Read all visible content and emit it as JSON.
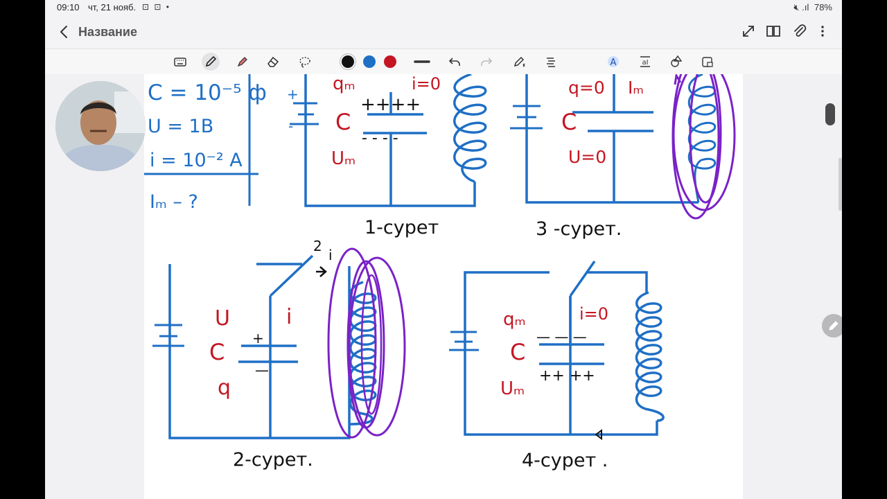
{
  "status": {
    "time": "09:10",
    "date": "чт, 21 нояб.",
    "battery": "78%"
  },
  "appbar": {
    "title": "Название"
  },
  "toolbar": {
    "colors": [
      "#111111",
      "#1f6fc5",
      "#c41622"
    ]
  },
  "board": {
    "given": {
      "c": "C = 10⁻⁵ ф",
      "u": "U = 1B",
      "i": "i = 10⁻² A",
      "find": "Iₘ – ?"
    },
    "fig1": {
      "caption": "1-сурет",
      "qm": "qₘ",
      "c": "C",
      "um": "Uₘ",
      "i0": "i=0",
      "plus": "++++",
      "minus": "- - - -",
      "batt_plus": "+",
      "batt_minus": "-"
    },
    "fig2": {
      "caption": "2-сурет.",
      "u": "U",
      "c": "C",
      "q": "q",
      "i": "i",
      "switch_i": "i",
      "switch_2": "2",
      "plus": "+",
      "minus": "—"
    },
    "fig3": {
      "caption": "3 -сурет.",
      "q0": "q=0",
      "im": "Iₘ",
      "c": "C",
      "u0": "U=0"
    },
    "fig4": {
      "caption": "4-сурет .",
      "qm": "qₘ",
      "i0": "i=0",
      "c": "C",
      "um": "Uₘ",
      "minus": "— — —",
      "plus": "++ ++"
    }
  }
}
